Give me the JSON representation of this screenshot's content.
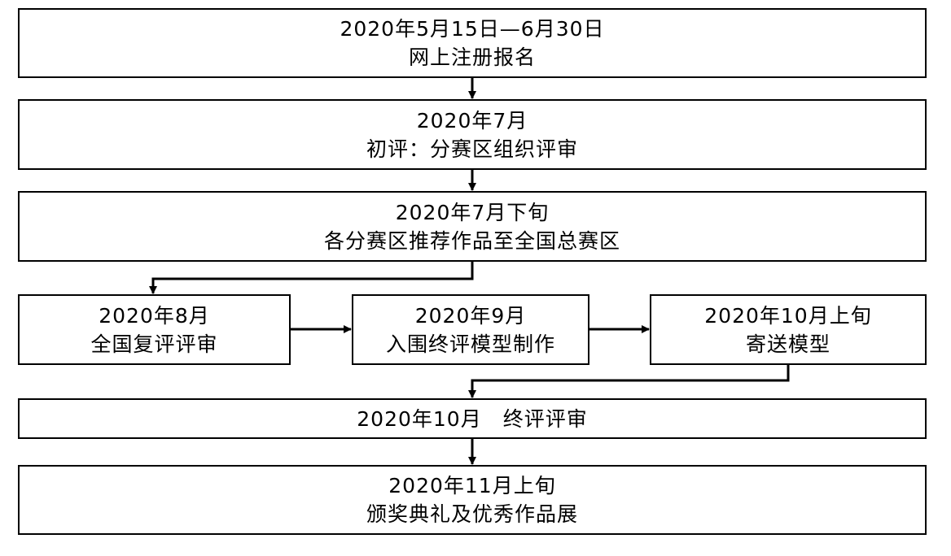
{
  "steps": {
    "registration": {
      "date": "2020年5月15日—6月30日",
      "label": "网上注册报名"
    },
    "initial_review": {
      "date": "2020年7月",
      "label": "初评：分赛区组织评审"
    },
    "recommend": {
      "date": "2020年7月下旬",
      "label": "各分赛区推荐作品至全国总赛区"
    },
    "national_review": {
      "date": "2020年8月",
      "label": "全国复评评审"
    },
    "model_making": {
      "date": "2020年9月",
      "label": "入围终评模型制作"
    },
    "send_models": {
      "date": "2020年10月上旬",
      "label": "寄送模型"
    },
    "final_review": {
      "text": "2020年10月　终评评审"
    },
    "award": {
      "date": "2020年11月上旬",
      "label": "颁奖典礼及优秀作品展"
    }
  }
}
